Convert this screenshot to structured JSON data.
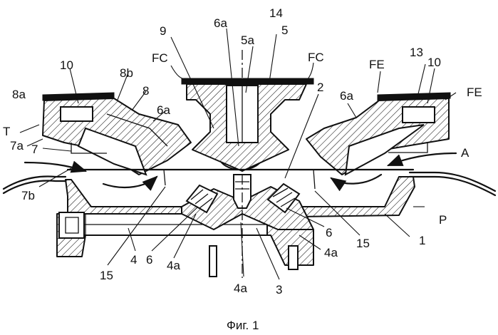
{
  "caption": "Фиг. 1",
  "labels": {
    "l9": "9",
    "l6a_top": "6a",
    "l14": "14",
    "l5a": "5a",
    "l5": "5",
    "l10_left": "10",
    "l8b": "8b",
    "l8": "8",
    "l6a_left": "6a",
    "lFC_left": "FC",
    "lFC_right": "FC",
    "l2": "2",
    "l13": "13",
    "lFE_top": "FE",
    "lFE_right": "FE",
    "l10_right": "10",
    "l6a_right": "6a",
    "l8a": "8a",
    "lT": "T",
    "l7a": "7a",
    "l7": "7",
    "lA": "A",
    "l7b": "7b",
    "lP": "P",
    "l1": "1",
    "l15_left": "15",
    "l15_right": "15",
    "l4": "4",
    "l6_left": "6",
    "l6_right": "6",
    "l4a_left": "4a",
    "l4a_right": "4a",
    "l4a_bottom": "4a",
    "l3": "3"
  }
}
